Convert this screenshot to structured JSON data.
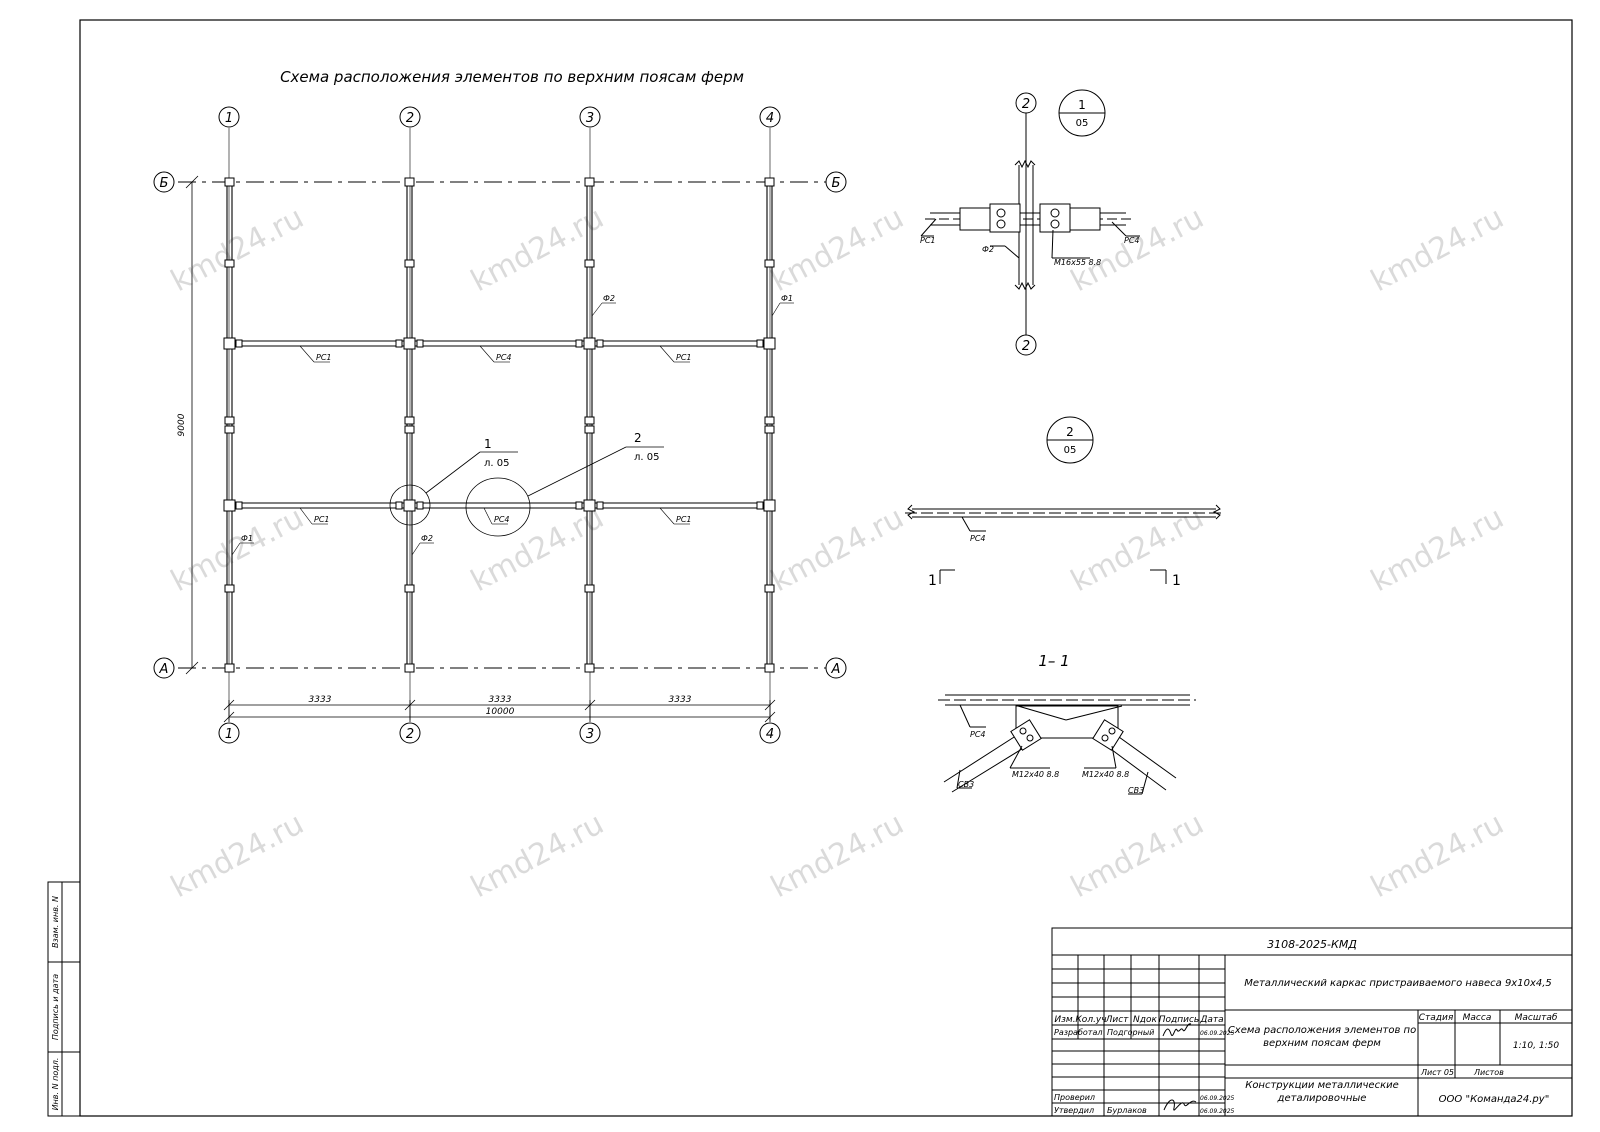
{
  "plan": {
    "title": "Схема расположения элементов по верхним поясам ферм",
    "axes_numeric": [
      "1",
      "2",
      "3",
      "4"
    ],
    "axes_letter": {
      "top": "Б",
      "bottom": "А"
    },
    "dim_vertical": "9000",
    "dims_bottom": [
      "3333",
      "3333",
      "3333"
    ],
    "dim_total": "10000",
    "labels": {
      "rc_row1": [
        "РС1",
        "РС4",
        "РС1"
      ],
      "rc_row2": [
        "РС1",
        "РС4",
        "РС1"
      ],
      "f_col3": "Ф2",
      "f_col4": "Ф1",
      "f_col1": "Ф1",
      "f_col2": "Ф2"
    },
    "callout1": {
      "num": "1",
      "sheet": "л. 05"
    },
    "callout2": {
      "num": "2",
      "sheet": "л. 05"
    }
  },
  "node1": {
    "axis": "2",
    "bubble_top": "1",
    "bubble_bottom": "05",
    "labels": {
      "rc_left": "РС1",
      "rc_right": "РС4",
      "f": "Ф2",
      "bolt": "М16х55 8.8"
    }
  },
  "node2": {
    "bubble_top": "2",
    "bubble_bottom": "05",
    "label": "РС4",
    "cut_left": "1",
    "cut_right": "1"
  },
  "section": {
    "title": "1– 1",
    "labels": {
      "rc": "РС4",
      "bolt_left": "М12х40 8.8",
      "bolt_right": "М12х40 8.8",
      "sv_left": "СВ3",
      "sv_right": "СВ3"
    }
  },
  "watermark": "kmd24.ru",
  "side_stamp": [
    "Взам. инв. N",
    "Подпись и дата",
    "Инв. N подл."
  ],
  "title_block": {
    "code": "3108-2025-КМД",
    "project": "Металлический каркас пристраиваемого навеса 9х10х4,5",
    "headers": [
      "Изм.",
      "Кол.уч",
      "Лист",
      "Nдок",
      "Подпись",
      "Дата"
    ],
    "developed_role": "Разработал",
    "developed_name": "Подгорный",
    "developed_date": "06.09.2025",
    "checked_role": "Проверил",
    "approved_role": "Утвердил",
    "approved_name": "Бурлаков",
    "checked_date": "06.09.2025",
    "approved_date": "06.09.2025",
    "sheet_title": "Схема расположения элементов по верхним поясам ферм",
    "stage_label": "Стадия",
    "mass_label": "Масса",
    "scale_label": "Масштаб",
    "scale_value": "1:10, 1:50",
    "sheet_label": "Лист 05",
    "sheets_label": "Листов",
    "doc_type": "Конструкции металлические деталировочные",
    "company": "ООО \"Команда24.ру\""
  }
}
